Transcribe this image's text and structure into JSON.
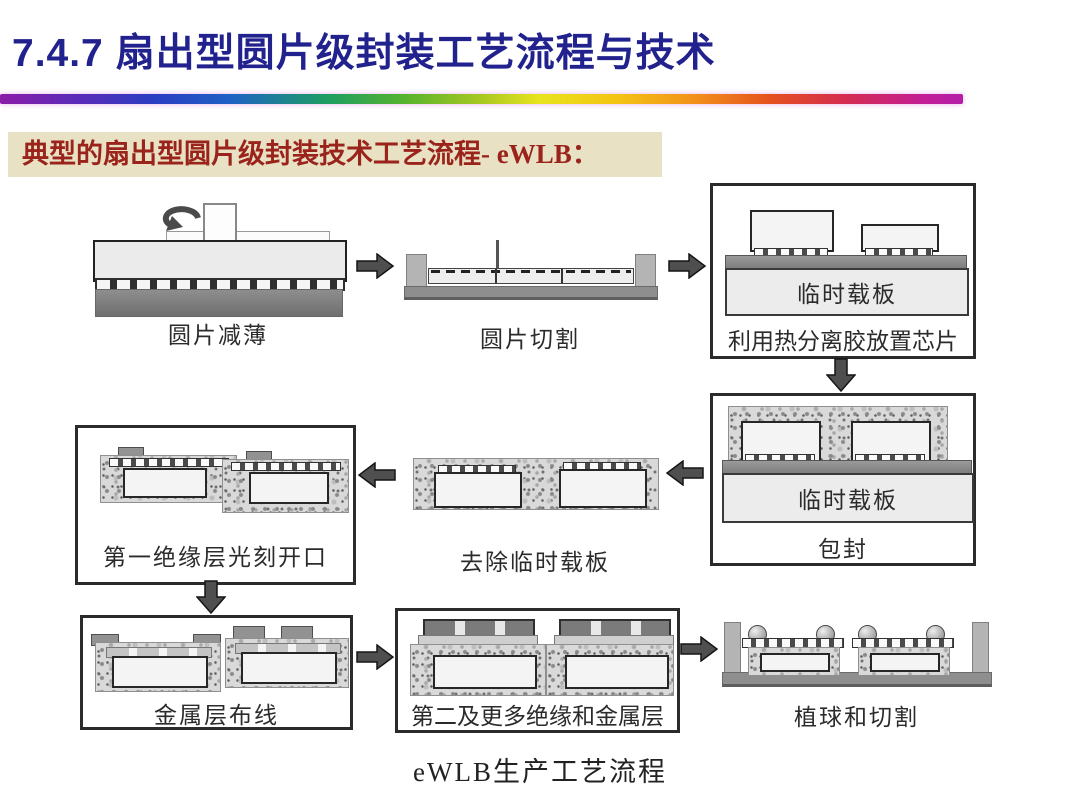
{
  "header": {
    "title": "7.4.7  扇出型圆片级封装工艺流程与技术"
  },
  "banner": {
    "text": "典型的扇出型圆片级封装技术工艺流程- eWLB："
  },
  "steps": {
    "wafer_thinning": {
      "label": "圆片减薄"
    },
    "wafer_dicing": {
      "label": "圆片切割"
    },
    "chip_placement": {
      "label": "利用热分离胶放置芯片",
      "carrier_label": "临时载板"
    },
    "molding": {
      "label": "包封",
      "carrier_label": "临时载板"
    },
    "carrier_removal": {
      "label": "去除临时载板"
    },
    "first_dielectric": {
      "label": "第一绝缘层光刻开口"
    },
    "metal_routing": {
      "label": "金属层布线"
    },
    "more_layers": {
      "label": "第二及更多绝缘和金属层"
    },
    "ball_mount_dicing": {
      "label": "植球和切割"
    }
  },
  "footer": {
    "caption": "eWLB生产工艺流程"
  },
  "colors": {
    "title_text": "#22228e",
    "banner_bg": "#e8e1c4",
    "banner_text": "#9a241c",
    "arrow_fill": "#4f4f4f",
    "box_border": "#2b2b2b",
    "rainbow_start": "#8a1ca8",
    "rainbow_mid": "#e8e41e",
    "rainbow_end": "#b41ea8"
  }
}
